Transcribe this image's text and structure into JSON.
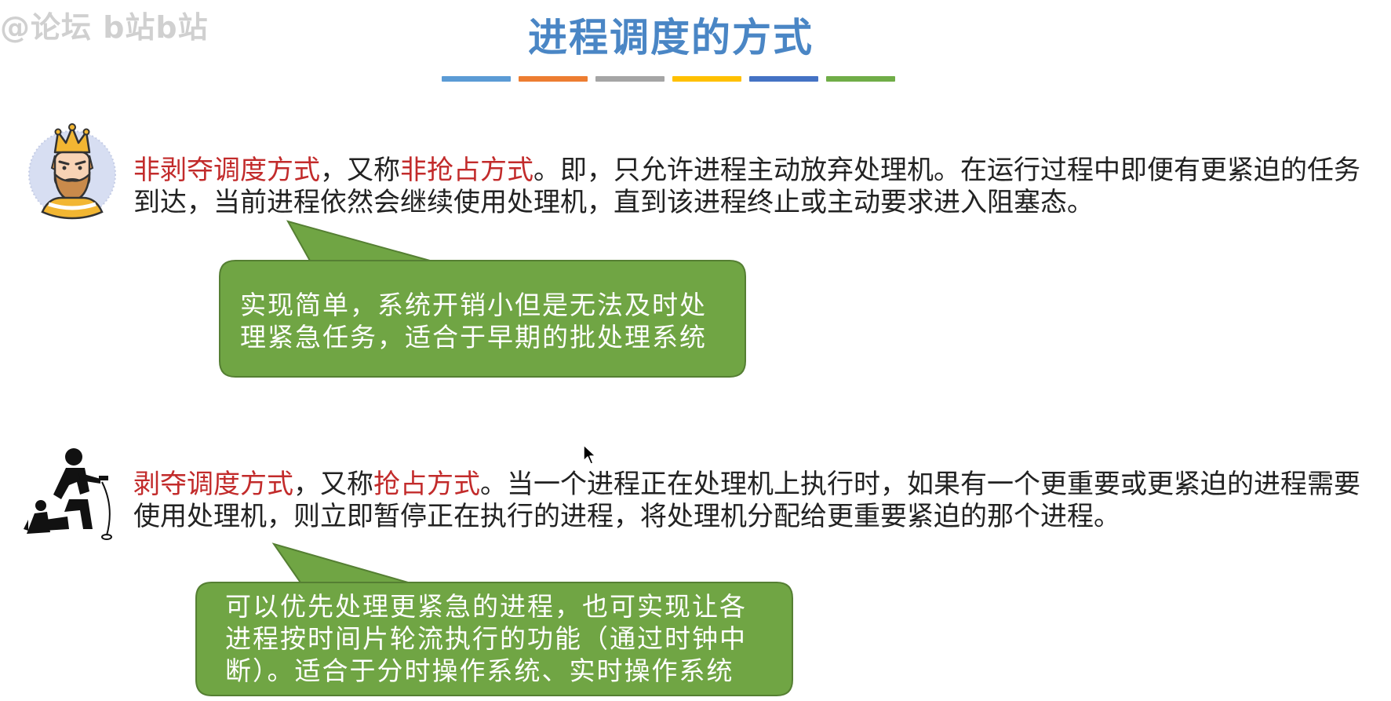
{
  "watermark": "@论坛 b站b站",
  "slide": {
    "title": "进程调度的方式",
    "bar_colors": [
      "#5b9bd5",
      "#ed7d31",
      "#a5a5a5",
      "#ffc000",
      "#4472c4",
      "#70ad47"
    ]
  },
  "section1": {
    "term": "非剥夺调度方式",
    "sep1": "，又称",
    "alias": "非抢占方式",
    "rest": "。即，只允许进程主动放弃处理机。在运行过程中即便有更紧迫的任务到达，当前进程依然会继续使用处理机，直到该进程终止或主动要求进入阻塞态。",
    "avatar_icon": "king-icon",
    "callout": {
      "line1": "实现简单，系统开销小但是无法及时处",
      "line2": "理紧急任务，适合于早期的批处理系统"
    }
  },
  "section2": {
    "term": "剥夺调度方式",
    "sep1": "，又称",
    "alias": "抢占方式",
    "rest": "。当一个进程正在处理机上执行时，如果有一个更重要或更紧迫的进程需要使用处理机，则立即暂停正在执行的进程，将处理机分配给更重要紧迫的那个进程。",
    "avatar_icon": "robber-icon",
    "callout": {
      "line1": "可以优先处理更紧急的进程，也可实现让各",
      "line2": "进程按时间片轮流执行的功能（通过时钟中",
      "line3": "断）。适合于分时操作系统、实时操作系统"
    }
  },
  "colors": {
    "title": "#4a86c5",
    "highlight": "#c22b2b",
    "callout_fill": "#70a544",
    "callout_border": "#557f33"
  }
}
